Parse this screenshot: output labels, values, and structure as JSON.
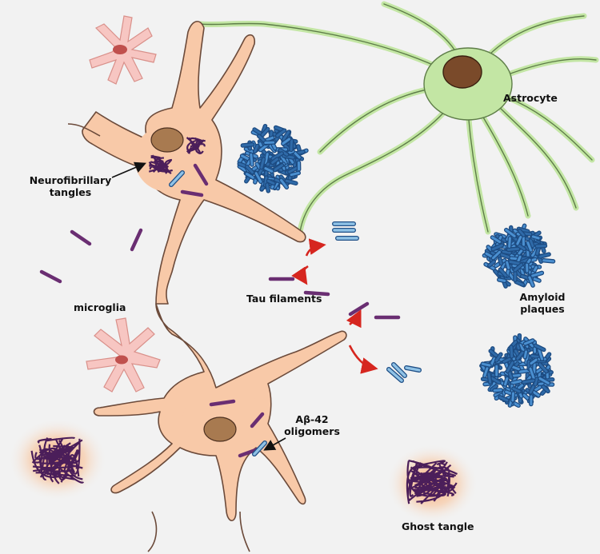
{
  "labels": {
    "astrocyte": "Astrocyte",
    "neurofibrillary_tangles_line1": "Neurofibrillary",
    "neurofibrillary_tangles_line2": "tangles",
    "microglia": "microglia",
    "tau_filaments": "Tau filaments",
    "amyloid_plaques_line1": "Amyloid",
    "amyloid_plaques_line2": "plaques",
    "abeta_oligomers_line1": "Aβ-42",
    "abeta_oligomers_line2": "oligomers",
    "ghost_tangle": "Ghost tangle"
  },
  "colors": {
    "background": "#f2f2f2",
    "neuron": "#f8c9a8",
    "neuron_outline": "#6b4a3a",
    "nucleus": "#a87a50",
    "astrocyte": "#c3e6a4",
    "astrocyte_nucleus": "#7a4a2a",
    "microglia": "#f7c6c2",
    "microglia_nucleus": "#c0504d",
    "amyloid": "#2f6aa8",
    "tau": "#6a2e72",
    "arrow_red": "#d6261f",
    "ghost_glow": "#f6b98a"
  }
}
